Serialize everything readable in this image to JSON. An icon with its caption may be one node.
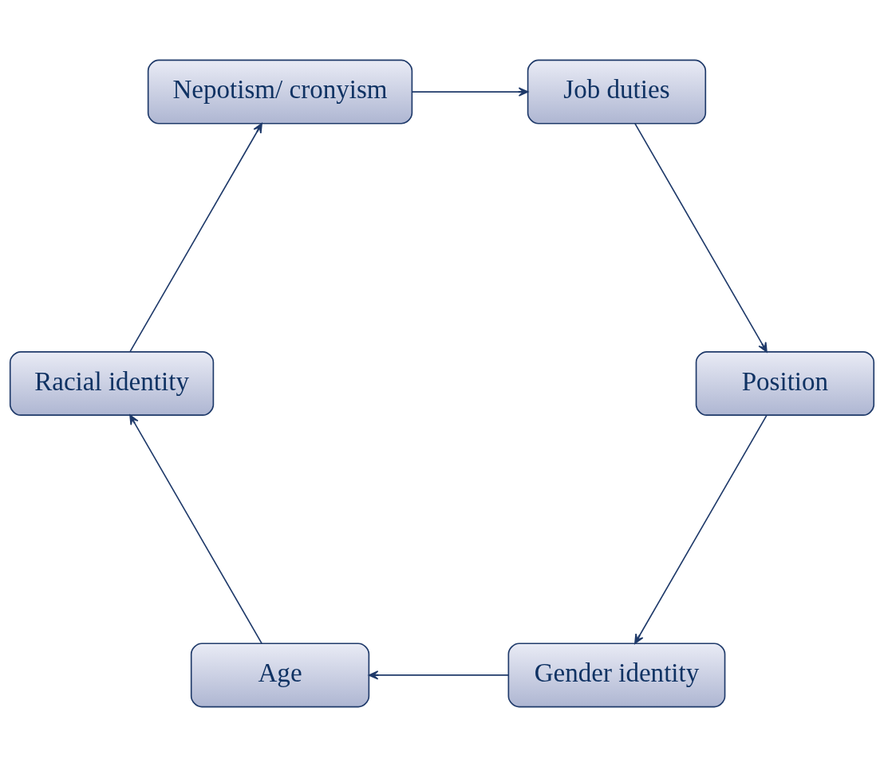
{
  "diagram": {
    "nodes": [
      {
        "text": [
          "Gender identity"
        ]
      },
      {
        "text": [
          "Age"
        ]
      },
      {
        "text": [
          "Racial identity"
        ]
      },
      {
        "text": [
          "Nepotism/ cronyism"
        ]
      },
      {
        "text": [
          "Job duties"
        ]
      },
      {
        "text": [
          "Position"
        ]
      }
    ],
    "edges": [
      {
        "from": 0,
        "to": 1,
        "arrow": "to"
      },
      {
        "from": 1,
        "to": 2,
        "arrow": "to"
      },
      {
        "from": 2,
        "to": 3,
        "arrow": "to"
      },
      {
        "from": 3,
        "to": 4,
        "arrow": "to"
      },
      {
        "from": 4,
        "to": 5,
        "arrow": "to"
      },
      {
        "from": 5,
        "to": 0,
        "arrow": "to"
      }
    ]
  }
}
